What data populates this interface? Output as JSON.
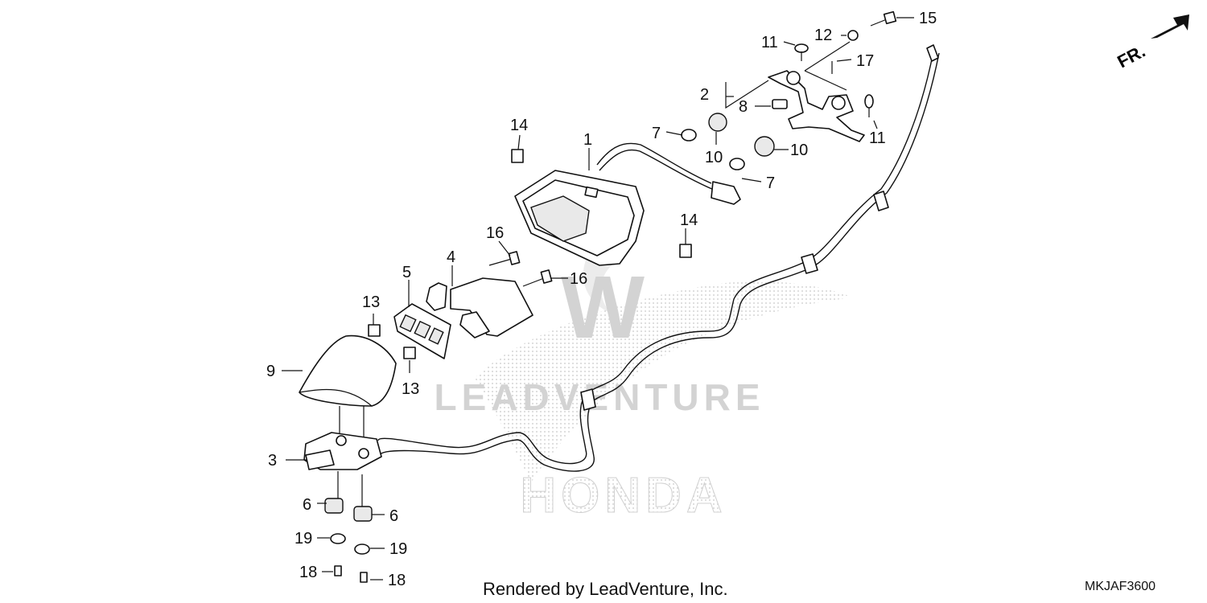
{
  "watermark": {
    "main": "LEADVENTURE",
    "brand": "HONDA",
    "logo_letter": "W"
  },
  "direction_arrow": {
    "label": "FR."
  },
  "callouts": [
    {
      "id": "c1",
      "text": "1"
    },
    {
      "id": "c2",
      "text": "2"
    },
    {
      "id": "c3",
      "text": "3"
    },
    {
      "id": "c4",
      "text": "4"
    },
    {
      "id": "c5",
      "text": "5"
    },
    {
      "id": "c6a",
      "text": "6"
    },
    {
      "id": "c6b",
      "text": "6"
    },
    {
      "id": "c7a",
      "text": "7"
    },
    {
      "id": "c7b",
      "text": "7"
    },
    {
      "id": "c8",
      "text": "8"
    },
    {
      "id": "c9",
      "text": "9"
    },
    {
      "id": "c10a",
      "text": "10"
    },
    {
      "id": "c10b",
      "text": "10"
    },
    {
      "id": "c11a",
      "text": "11"
    },
    {
      "id": "c11b",
      "text": "11"
    },
    {
      "id": "c12",
      "text": "12"
    },
    {
      "id": "c13a",
      "text": "13"
    },
    {
      "id": "c13b",
      "text": "13"
    },
    {
      "id": "c14a",
      "text": "14"
    },
    {
      "id": "c14b",
      "text": "14"
    },
    {
      "id": "c15",
      "text": "15"
    },
    {
      "id": "c16a",
      "text": "16"
    },
    {
      "id": "c16b",
      "text": "16"
    },
    {
      "id": "c17",
      "text": "17"
    },
    {
      "id": "c18a",
      "text": "18"
    },
    {
      "id": "c18b",
      "text": "18"
    },
    {
      "id": "c19a",
      "text": "19"
    },
    {
      "id": "c19b",
      "text": "19"
    }
  ],
  "footer": {
    "credit": "Rendered by LeadVenture, Inc.",
    "diagram_code": "MKJAF3600"
  }
}
